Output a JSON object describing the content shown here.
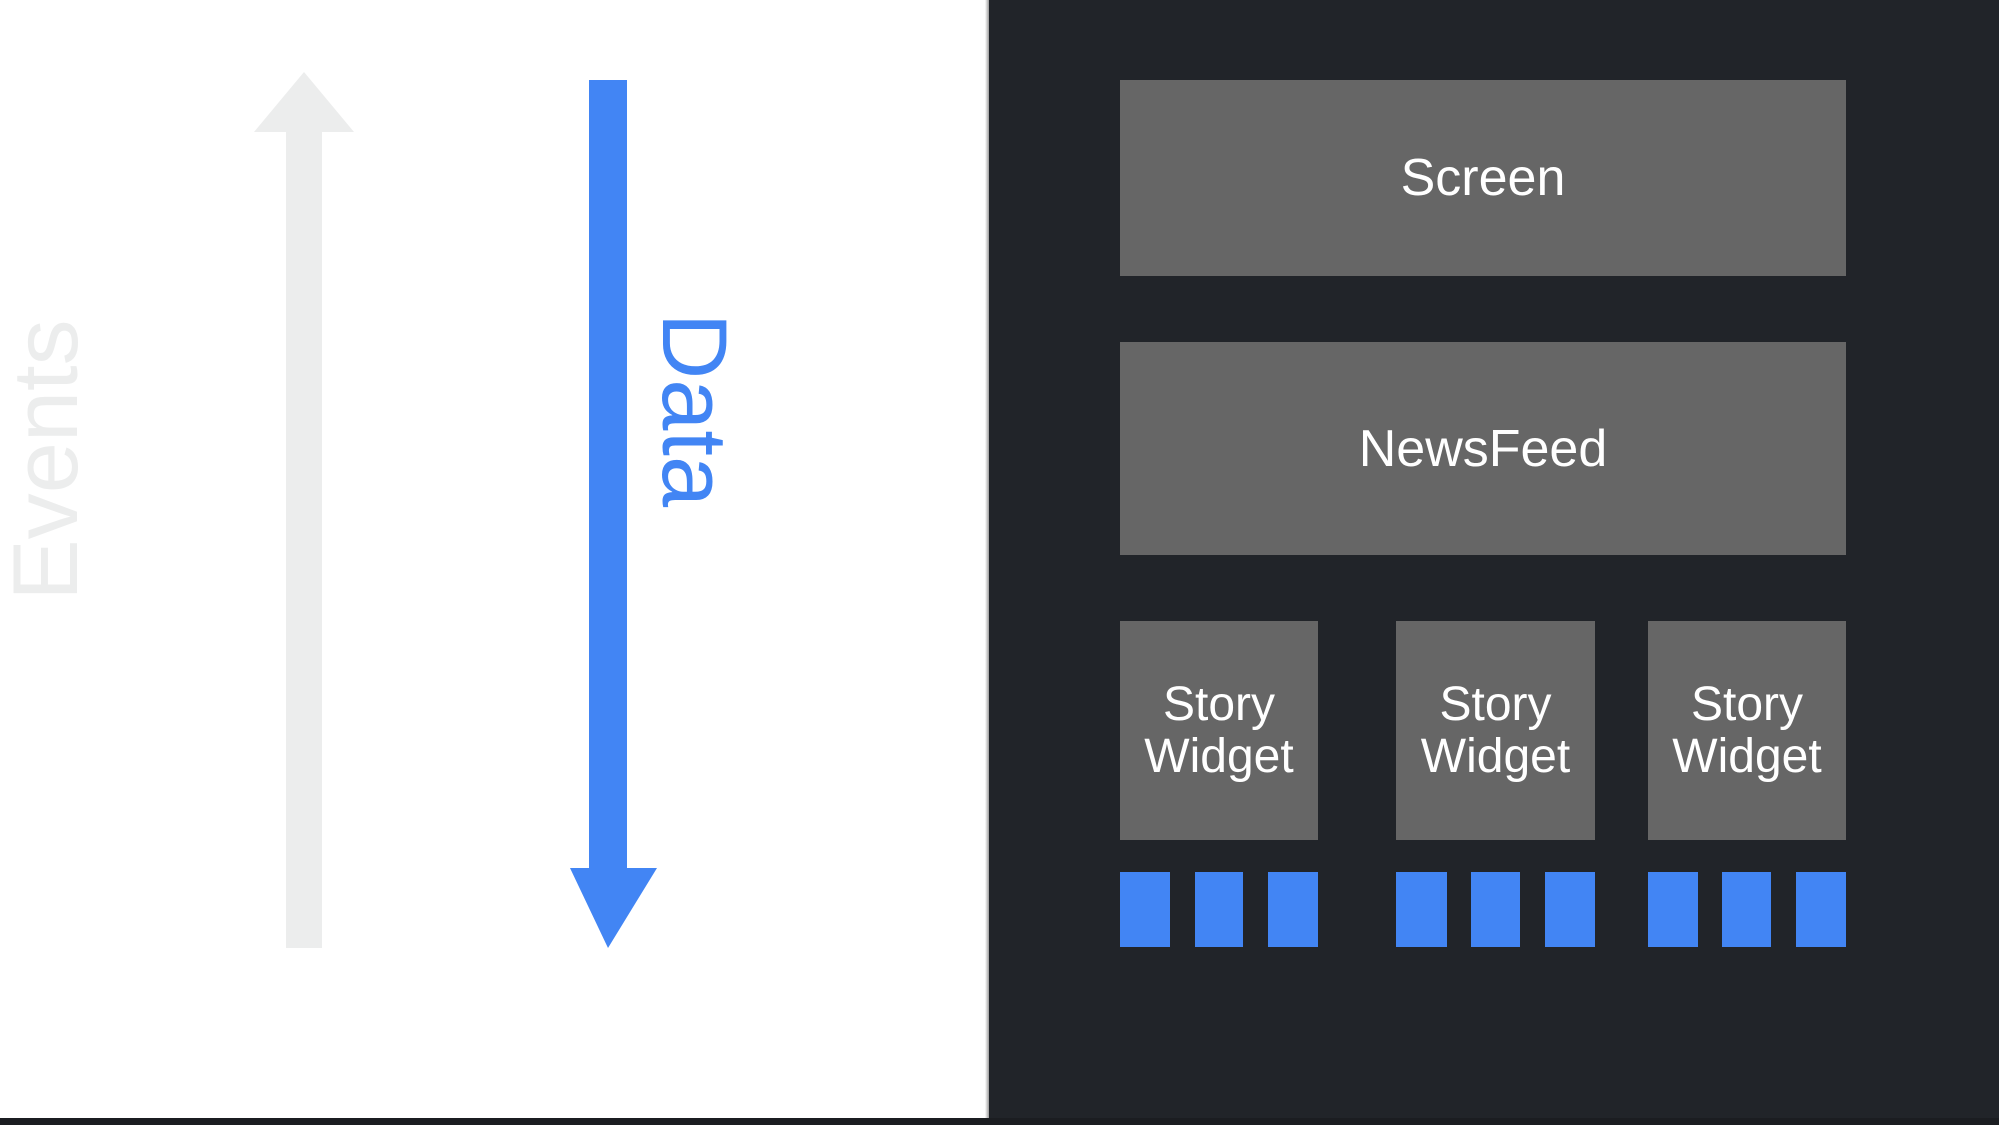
{
  "diagram": {
    "title_hidden": "",
    "colors": {
      "background_light": "#ffffff",
      "background_dark": "#212429",
      "box_gray": "#666666",
      "accent_blue": "#4285f4",
      "arrow_gray": "#eceded",
      "text_white": "#ffffff"
    }
  },
  "left_pane": {
    "events": {
      "label": "Events",
      "direction": "up",
      "color": "#eceded"
    },
    "data": {
      "label": "Data",
      "direction": "down",
      "color": "#4285f4"
    }
  },
  "right_pane": {
    "screen": {
      "label": "Screen"
    },
    "newsfeed": {
      "label": "NewsFeed"
    },
    "story_widgets": [
      {
        "label_line1": "Story",
        "label_line2": "Widget",
        "chips": 3
      },
      {
        "label_line1": "Story",
        "label_line2": "Widget",
        "chips": 3
      },
      {
        "label_line1": "Story",
        "label_line2": "Widget",
        "chips": 3
      }
    ]
  }
}
